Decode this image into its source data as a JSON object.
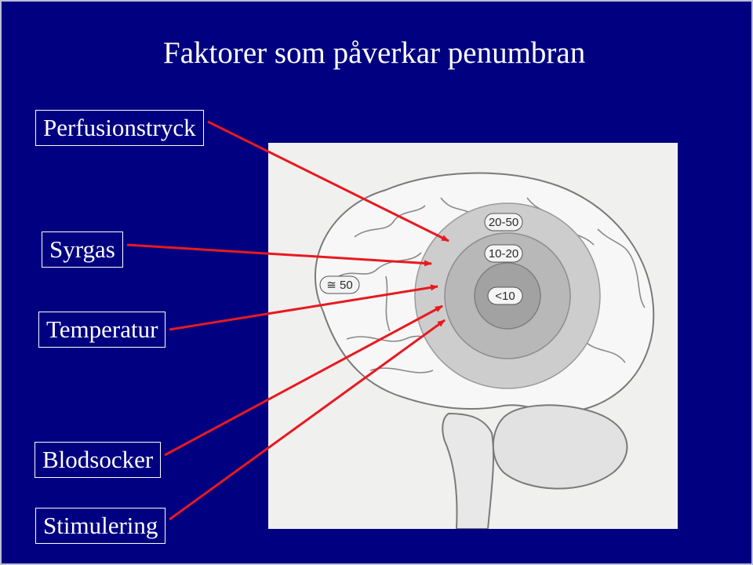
{
  "slide": {
    "title": "Faktorer som påverkar penumbran",
    "factors": [
      "Perfusionstryck",
      "Syrgas",
      "Temperatur",
      "Blodsocker",
      "Stimulering"
    ]
  },
  "figure": {
    "zones": [
      "20-50",
      "10-20",
      "<10",
      "≅ 50"
    ]
  },
  "colors": {
    "background": "#010080",
    "arrow": "#e8191f",
    "text": "#ffffff"
  }
}
